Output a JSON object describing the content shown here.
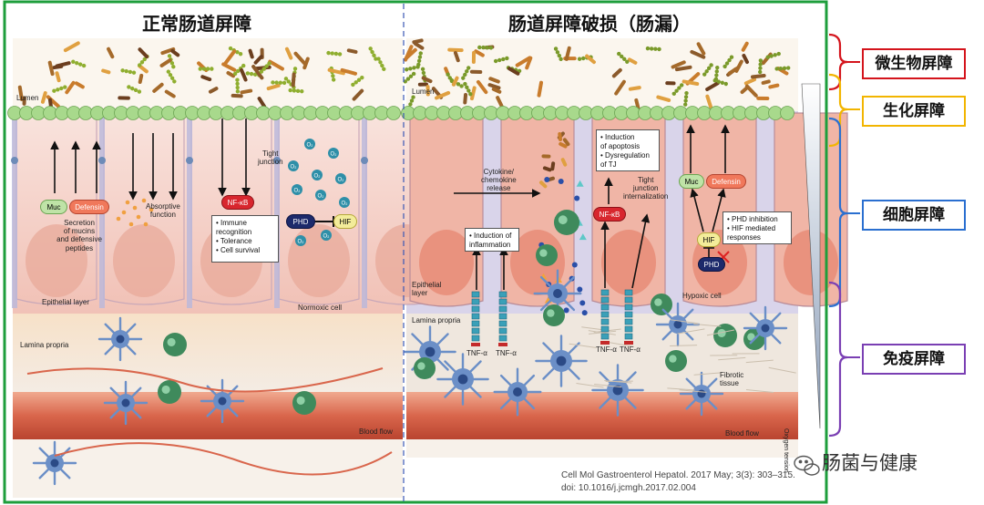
{
  "left_panel": {
    "title": "正常肠道屏障",
    "lumen_label": "Lumen",
    "muc_label": "Muc",
    "defensin_label": "Defensin",
    "secretion_label": [
      "Secretion",
      "of mucins",
      "and defensive",
      "peptides"
    ],
    "absorptive_label": [
      "Absorptive",
      "function"
    ],
    "nfkb_label": "NF-κB",
    "tight_junction_label": [
      "Tight",
      "junction"
    ],
    "immune_box": [
      "• Immune",
      "  recognition",
      "• Tolerance",
      "• Cell survival"
    ],
    "phd_label": "PHD",
    "hif_label": "HIF",
    "o2_label": "O₂",
    "epithelial_label": "Epithelial layer",
    "normoxic_label": "Normoxic cell",
    "lamina_label": "Lamina propria",
    "blood_label": "Blood flow"
  },
  "right_panel": {
    "title": "肠道屏障破损（肠漏）",
    "lumen_label": "Lumen",
    "apoptosis_box": [
      "• Induction",
      "  of apoptosis",
      "• Dysregulation",
      "  of TJ"
    ],
    "cytokine_label": [
      "Cytokine/",
      "chemokine",
      "release"
    ],
    "tj_internal_label": [
      "Tight",
      "junction",
      "internalization"
    ],
    "muc_label": "Muc",
    "defensin_label": "Defensin",
    "inflammation_box": [
      "• Induction of",
      "  inflammation"
    ],
    "nfkb_label": "NF-κB",
    "hif_label": "HIF",
    "phd_label": "PHD",
    "phd_box": [
      "• PHD inhibition",
      "• HIF mediated",
      "  responses"
    ],
    "epithelial_label": [
      "Epithelial",
      "layer"
    ],
    "hypoxic_label": "Hypoxic cell",
    "lamina_label": "Lamina propria",
    "tnf_label": "TNF-α",
    "fibrotic_label": [
      "Fibrotic",
      "tissue"
    ],
    "blood_label": "Blood flow",
    "oxygen_label": "Oxygen tension"
  },
  "barrier_labels": [
    {
      "text": "微生物屏障",
      "color": "#d4141c"
    },
    {
      "text": "生化屏障",
      "color": "#f2b500"
    },
    {
      "text": "细胞屏障",
      "color": "#2a6fd0"
    },
    {
      "text": "免疫屏障",
      "color": "#7a3fb3"
    }
  ],
  "citation": {
    "line1": "Cell Mol Gastroenterol Hepatol. 2017 May; 3(3): 303–315.",
    "line2": "doi: 10.1016/j.jcmgh.2017.02.004"
  },
  "watermark": "肠菌与健康",
  "colors": {
    "frame_green": "#1e9e3c",
    "cell_pink": "#f6d3cc",
    "nucleus": "#e8a99a",
    "villus_green": "#a8d98c",
    "blood_red": "#d9664c",
    "macrophage": "#6b8fc7",
    "lymphocyte": "#3f8a5c"
  }
}
